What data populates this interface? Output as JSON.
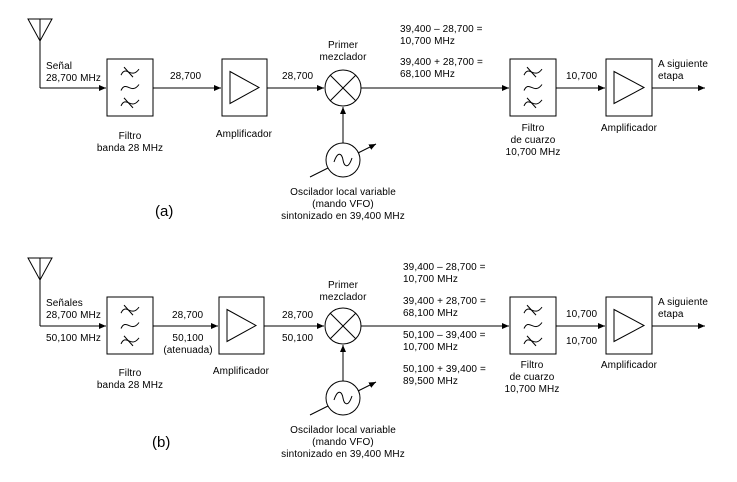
{
  "diagrams": [
    {
      "id": "a",
      "caption": "(a)",
      "input_label": [
        "Señal",
        "28,700 MHz"
      ],
      "input_label_below": [],
      "filter1_label": [
        "Filtro",
        "banda 28 MHz"
      ],
      "after_filter1_above": "28,700",
      "after_filter1_below": [],
      "amp1_label": "Amplificador",
      "after_amp1_above": "28,700",
      "after_amp1_below": "",
      "mixer_label": [
        "Primer",
        "mezclador"
      ],
      "mixer_products": [
        [
          "39,400 – 28,700 =",
          "10,700 MHz"
        ],
        [
          "39,400 + 28,700 =",
          "68,100 MHz"
        ]
      ],
      "oscillator_label": [
        "Oscilador local variable",
        "(mando VFO)",
        "sintonizado en 39,400 MHz"
      ],
      "filter2_label": [
        "Filtro",
        "de cuarzo",
        "10,700 MHz"
      ],
      "after_filter2_above": "10,700",
      "after_filter2_below": "",
      "amp2_label": "Amplificador",
      "output_label": [
        "A siguiente",
        "etapa"
      ]
    },
    {
      "id": "b",
      "caption": "(b)",
      "input_label": [
        "Señales",
        "28,700 MHz"
      ],
      "input_label_below": [
        "50,100 MHz"
      ],
      "filter1_label": [
        "Filtro",
        "banda 28 MHz"
      ],
      "after_filter1_above": "28,700",
      "after_filter1_below": [
        "50,100",
        "(atenuada)"
      ],
      "amp1_label": "Amplificador",
      "after_amp1_above": "28,700",
      "after_amp1_below": "50,100",
      "mixer_label": [
        "Primer",
        "mezclador"
      ],
      "mixer_products": [
        [
          "39,400 – 28,700 =",
          "10,700 MHz"
        ],
        [
          "39,400 + 28,700 =",
          "68,100 MHz"
        ],
        [
          "50,100 – 39,400 =",
          "10,700 MHz"
        ],
        [
          "50,100 + 39,400 =",
          "89,500 MHz"
        ]
      ],
      "oscillator_label": [
        "Oscilador local variable",
        "(mando VFO)",
        "sintonizado en 39,400 MHz"
      ],
      "filter2_label": [
        "Filtro",
        "de cuarzo",
        "10,700 MHz"
      ],
      "after_filter2_above": "10,700",
      "after_filter2_below": "10,700",
      "amp2_label": "Amplificador",
      "output_label": [
        "A siguiente",
        "etapa"
      ]
    }
  ],
  "icons": {
    "antenna": "antenna-icon",
    "bandpass_filter": "bandpass-filter-icon",
    "amplifier": "amplifier-triangle-icon",
    "mixer": "mixer-x-circle-icon",
    "oscillator": "variable-oscillator-icon",
    "arrow": "arrowhead-icon"
  },
  "colors": {
    "line": "#000000",
    "background": "#ffffff"
  }
}
